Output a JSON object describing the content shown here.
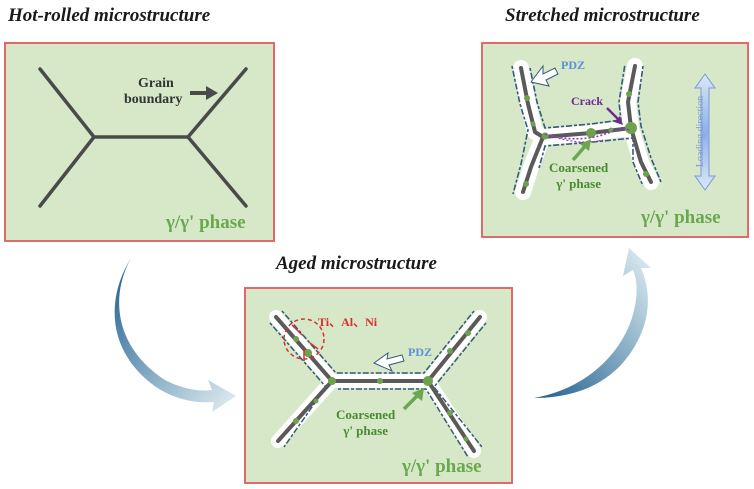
{
  "panels": {
    "hot_rolled": {
      "title": "Hot-rolled microstructure",
      "grain_label_line1": "Grain",
      "grain_label_line2": "boundary",
      "phase_label": "γ/γ' phase"
    },
    "stretched": {
      "title": "Stretched microstructure",
      "pdz_label": "PDZ",
      "crack_label": "Crack",
      "coarsened_line1": "Coarsened",
      "coarsened_line2": "γ' phase",
      "loading_label": "Loading direction",
      "phase_label": "γ/γ' phase"
    },
    "aged": {
      "title": "Aged microstructure",
      "elements_label": "Ti、Al、Ni",
      "pdz_label": "PDZ",
      "coarsened_line1": "Coarsened",
      "coarsened_line2": "γ' phase",
      "phase_label": "γ/γ' phase"
    }
  },
  "colors": {
    "panel_border": "#e06a6a",
    "panel_fill": "#d6e8c8",
    "phase_text": "#6aa84f",
    "pdz_text": "#5b8fd6",
    "crack_text": "#6a2c91",
    "elements_text": "#d83030",
    "cycle_arrow": "#2e6f9e"
  },
  "icons": [
    "right-arrow-icon",
    "hollow-arrow-icon",
    "double-arrow-icon",
    "cycle-arrow-icon"
  ]
}
